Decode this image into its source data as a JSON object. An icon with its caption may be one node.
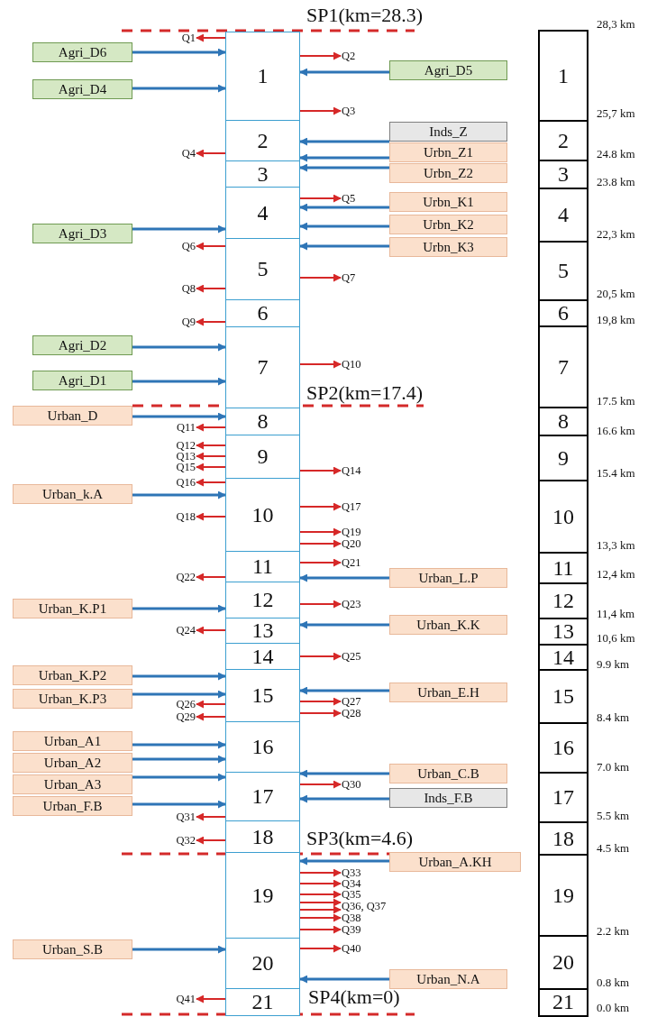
{
  "diagram": {
    "nodes": [
      {
        "text": [
          "1"
        ]
      },
      {
        "text": [
          "2"
        ]
      },
      {
        "text": [
          "3"
        ]
      },
      {
        "text": [
          "4"
        ]
      },
      {
        "text": [
          "5"
        ]
      },
      {
        "text": [
          "6"
        ]
      },
      {
        "text": [
          "7"
        ]
      },
      {
        "text": [
          "8"
        ]
      },
      {
        "text": [
          "9"
        ]
      },
      {
        "text": [
          "10"
        ]
      },
      {
        "text": [
          "11"
        ]
      },
      {
        "text": [
          "12"
        ]
      },
      {
        "text": [
          "13"
        ]
      },
      {
        "text": [
          "14"
        ]
      },
      {
        "text": [
          "15"
        ]
      },
      {
        "text": [
          "16"
        ]
      },
      {
        "text": [
          "17"
        ]
      },
      {
        "text": [
          "18"
        ]
      },
      {
        "text": [
          "19"
        ]
      },
      {
        "text": [
          "20"
        ]
      },
      {
        "text": [
          "21"
        ]
      },
      {
        "text": [
          "1"
        ]
      },
      {
        "text": [
          "2"
        ]
      },
      {
        "text": [
          "3"
        ]
      },
      {
        "text": [
          "4"
        ]
      },
      {
        "text": [
          "5"
        ]
      },
      {
        "text": [
          "6"
        ]
      },
      {
        "text": [
          "7"
        ]
      },
      {
        "text": [
          "8"
        ]
      },
      {
        "text": [
          "9"
        ]
      },
      {
        "text": [
          "10"
        ]
      },
      {
        "text": [
          "11"
        ]
      },
      {
        "text": [
          "12"
        ]
      },
      {
        "text": [
          "13"
        ]
      },
      {
        "text": [
          "14"
        ]
      },
      {
        "text": [
          "15"
        ]
      },
      {
        "text": [
          "16"
        ]
      },
      {
        "text": [
          "17"
        ]
      },
      {
        "text": [
          "18"
        ]
      },
      {
        "text": [
          "19"
        ]
      },
      {
        "text": [
          "20"
        ]
      },
      {
        "text": [
          "21"
        ]
      },
      {
        "text": [
          "Agri_D6"
        ]
      },
      {
        "text": [
          "Agri_D5"
        ]
      },
      {
        "text": [
          "Agri_D4"
        ]
      },
      {
        "text": [
          "Inds_Z"
        ]
      },
      {
        "text": [
          "Urbn_Z1"
        ]
      },
      {
        "text": [
          "Urbn_Z2"
        ]
      },
      {
        "text": [
          "Urbn_K1"
        ]
      },
      {
        "text": [
          "Urbn_K2"
        ]
      },
      {
        "text": [
          "Agri_D3"
        ]
      },
      {
        "text": [
          "Urbn_K3"
        ]
      },
      {
        "text": [
          "Agri_D2"
        ]
      },
      {
        "text": [
          "Agri_D1"
        ]
      },
      {
        "text": [
          "Urban_D"
        ]
      },
      {
        "text": [
          "Urban_k.A"
        ]
      },
      {
        "text": [
          "Urban_L.P"
        ]
      },
      {
        "text": [
          "Urban_K.P1"
        ]
      },
      {
        "text": [
          "Urban_K.K"
        ]
      },
      {
        "text": [
          "Urban_K.P2"
        ]
      },
      {
        "text": [
          "Urban_K.P3"
        ]
      },
      {
        "text": [
          "Urban_E.H"
        ]
      },
      {
        "text": [
          "Urban_A1"
        ]
      },
      {
        "text": [
          "Urban_A2"
        ]
      },
      {
        "text": [
          "Urban_C.B"
        ]
      },
      {
        "text": [
          "Urban_A3"
        ]
      },
      {
        "text": [
          "Inds_F.B"
        ]
      },
      {
        "text": [
          "Urban_F.B"
        ]
      },
      {
        "text": [
          "Urban_A.KH"
        ]
      },
      {
        "text": [
          "Urban_S.B"
        ]
      },
      {
        "text": [
          "Urban_N.A"
        ]
      },
      {
        "text": [
          "Q1"
        ]
      },
      {
        "text": [
          "Q2"
        ]
      },
      {
        "text": [
          "Q3"
        ]
      },
      {
        "text": [
          "Q4"
        ]
      },
      {
        "text": [
          "Q5"
        ]
      },
      {
        "text": [
          "Q6"
        ]
      },
      {
        "text": [
          "Q7"
        ]
      },
      {
        "text": [
          "Q8"
        ]
      },
      {
        "text": [
          "Q9"
        ]
      },
      {
        "text": [
          "Q10"
        ]
      },
      {
        "text": [
          "Q11"
        ]
      },
      {
        "text": [
          "Q12"
        ]
      },
      {
        "text": [
          "Q13"
        ]
      },
      {
        "text": [
          "Q14"
        ]
      },
      {
        "text": [
          "Q15"
        ]
      },
      {
        "text": [
          "Q16"
        ]
      },
      {
        "text": [
          "Q17"
        ]
      },
      {
        "text": [
          "Q18"
        ]
      },
      {
        "text": [
          "Q19"
        ]
      },
      {
        "text": [
          "Q20"
        ]
      },
      {
        "text": [
          "Q21"
        ]
      },
      {
        "text": [
          "Q22"
        ]
      },
      {
        "text": [
          "Q23"
        ]
      },
      {
        "text": [
          "Q24"
        ]
      },
      {
        "text": [
          "Q25"
        ]
      },
      {
        "text": [
          "Q26"
        ]
      },
      {
        "text": [
          "Q27"
        ]
      },
      {
        "text": [
          "Q28"
        ]
      },
      {
        "text": [
          "Q29"
        ]
      },
      {
        "text": [
          "Q30"
        ]
      },
      {
        "text": [
          "Q31"
        ]
      },
      {
        "text": [
          "Q32"
        ]
      },
      {
        "text": [
          "Q33"
        ]
      },
      {
        "text": [
          "Q34"
        ]
      },
      {
        "text": [
          "Q35"
        ]
      },
      {
        "text": [
          "Q36, Q37"
        ]
      },
      {
        "text": [
          "Q38"
        ]
      },
      {
        "text": [
          "Q39"
        ]
      },
      {
        "text": [
          "Q40"
        ]
      },
      {
        "text": [
          "Q41"
        ]
      }
    ],
    "edges": [
      {
        "from": 42,
        "to": 0,
        "arrow": "to",
        "color": "#2e75b6"
      },
      {
        "from": 43,
        "to": 0,
        "arrow": "to",
        "color": "#2e75b6"
      },
      {
        "from": 44,
        "to": 0,
        "arrow": "to",
        "color": "#2e75b6"
      },
      {
        "from": 45,
        "to": 1,
        "arrow": "to",
        "color": "#2e75b6"
      },
      {
        "from": 46,
        "to": 1,
        "arrow": "to",
        "color": "#2e75b6"
      },
      {
        "from": 47,
        "to": 2,
        "arrow": "to",
        "color": "#2e75b6"
      },
      {
        "from": 48,
        "to": 3,
        "arrow": "to",
        "color": "#2e75b6"
      },
      {
        "from": 49,
        "to": 3,
        "arrow": "to",
        "color": "#2e75b6"
      },
      {
        "from": 50,
        "to": 3,
        "arrow": "to",
        "color": "#2e75b6"
      },
      {
        "from": 51,
        "to": 4,
        "arrow": "to",
        "color": "#2e75b6"
      },
      {
        "from": 52,
        "to": 6,
        "arrow": "to",
        "color": "#2e75b6"
      },
      {
        "from": 53,
        "to": 6,
        "arrow": "to",
        "color": "#2e75b6"
      },
      {
        "from": 54,
        "to": 7,
        "arrow": "to",
        "color": "#2e75b6"
      },
      {
        "from": 55,
        "to": 9,
        "arrow": "to",
        "color": "#2e75b6"
      },
      {
        "from": 56,
        "to": 10,
        "arrow": "to",
        "color": "#2e75b6"
      },
      {
        "from": 57,
        "to": 11,
        "arrow": "to",
        "color": "#2e75b6"
      },
      {
        "from": 58,
        "to": 12,
        "arrow": "to",
        "color": "#2e75b6"
      },
      {
        "from": 59,
        "to": 14,
        "arrow": "to",
        "color": "#2e75b6"
      },
      {
        "from": 60,
        "to": 14,
        "arrow": "to",
        "color": "#2e75b6"
      },
      {
        "from": 61,
        "to": 14,
        "arrow": "to",
        "color": "#2e75b6"
      },
      {
        "from": 62,
        "to": 15,
        "arrow": "to",
        "color": "#2e75b6"
      },
      {
        "from": 63,
        "to": 15,
        "arrow": "to",
        "color": "#2e75b6"
      },
      {
        "from": 64,
        "to": 16,
        "arrow": "to",
        "color": "#2e75b6"
      },
      {
        "from": 65,
        "to": 16,
        "arrow": "to",
        "color": "#2e75b6"
      },
      {
        "from": 66,
        "to": 16,
        "arrow": "to",
        "color": "#2e75b6"
      },
      {
        "from": 67,
        "to": 16,
        "arrow": "to",
        "color": "#2e75b6"
      },
      {
        "from": 68,
        "to": 18,
        "arrow": "to",
        "color": "#2e75b6"
      },
      {
        "from": 69,
        "to": 19,
        "arrow": "to",
        "color": "#2e75b6"
      },
      {
        "from": 70,
        "to": 19,
        "arrow": "to",
        "color": "#2e75b6"
      },
      {
        "from": 0,
        "to": 71,
        "arrow": "to"
      },
      {
        "from": 0,
        "to": 72,
        "arrow": "to"
      },
      {
        "from": 0,
        "to": 73,
        "arrow": "to"
      },
      {
        "from": 1,
        "to": 74,
        "arrow": "to"
      },
      {
        "from": 3,
        "to": 75,
        "arrow": "to"
      },
      {
        "from": 4,
        "to": 76,
        "arrow": "to"
      },
      {
        "from": 4,
        "to": 77,
        "arrow": "to"
      },
      {
        "from": 4,
        "to": 78,
        "arrow": "to"
      },
      {
        "from": 5,
        "to": 79,
        "arrow": "to"
      },
      {
        "from": 6,
        "to": 80,
        "arrow": "to"
      },
      {
        "from": 7,
        "to": 81,
        "arrow": "to"
      },
      {
        "from": 8,
        "to": 82,
        "arrow": "to"
      },
      {
        "from": 8,
        "to": 83,
        "arrow": "to"
      },
      {
        "from": 8,
        "to": 84,
        "arrow": "to"
      },
      {
        "from": 8,
        "to": 85,
        "arrow": "to"
      },
      {
        "from": 9,
        "to": 86,
        "arrow": "to"
      },
      {
        "from": 9,
        "to": 87,
        "arrow": "to"
      },
      {
        "from": 9,
        "to": 88,
        "arrow": "to"
      },
      {
        "from": 9,
        "to": 89,
        "arrow": "to"
      },
      {
        "from": 9,
        "to": 90,
        "arrow": "to"
      },
      {
        "from": 10,
        "to": 91,
        "arrow": "to"
      },
      {
        "from": 10,
        "to": 92,
        "arrow": "to"
      },
      {
        "from": 11,
        "to": 93,
        "arrow": "to"
      },
      {
        "from": 12,
        "to": 94,
        "arrow": "to"
      },
      {
        "from": 13,
        "to": 95,
        "arrow": "to"
      },
      {
        "from": 14,
        "to": 96,
        "arrow": "to"
      },
      {
        "from": 14,
        "to": 97,
        "arrow": "to"
      },
      {
        "from": 14,
        "to": 98,
        "arrow": "to"
      },
      {
        "from": 14,
        "to": 99,
        "arrow": "to"
      },
      {
        "from": 16,
        "to": 100,
        "arrow": "to"
      },
      {
        "from": 16,
        "to": 101,
        "arrow": "to"
      },
      {
        "from": 17,
        "to": 102,
        "arrow": "to"
      },
      {
        "from": 18,
        "to": 103,
        "arrow": "to"
      },
      {
        "from": 18,
        "to": 104,
        "arrow": "to"
      },
      {
        "from": 18,
        "to": 105,
        "arrow": "to"
      },
      {
        "from": 18,
        "to": 106,
        "arrow": "to"
      },
      {
        "from": 18,
        "to": 106,
        "arrow": "to"
      },
      {
        "from": 18,
        "to": 107,
        "arrow": "to"
      },
      {
        "from": 18,
        "to": 108,
        "arrow": "to"
      },
      {
        "from": 19,
        "to": 109,
        "arrow": "to"
      },
      {
        "from": 20,
        "to": 110,
        "arrow": "to"
      }
    ],
    "labels": [
      "SP1(km=28.3)",
      "28,3 km",
      "25,7 km",
      "24.8 km",
      "23.8 km",
      "22,3 km",
      "20,5 km",
      "19,8 km",
      "SP2(km=17.4)",
      "17.5 km",
      "16.6 km",
      "15.4 km",
      "13,3 km",
      "12,4 km",
      "11,4 km",
      "10,6 km",
      "9.9 km",
      "8.4 km",
      "7.0 km",
      "5.5 km",
      "SP3(km=4.6)",
      "4.5 km",
      "2.2 km",
      "0.8 km",
      "SP4(km=0)",
      "0.0 km"
    ]
  }
}
